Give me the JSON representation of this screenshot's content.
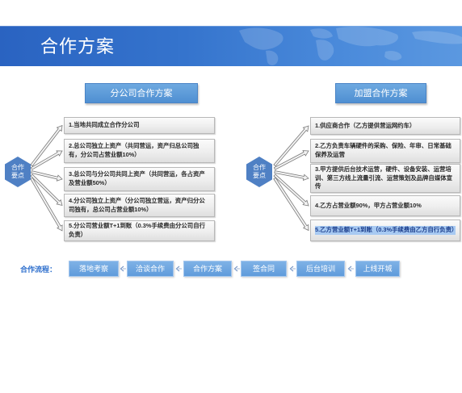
{
  "slide": {
    "title": "合作方案"
  },
  "left_panel": {
    "header": "分公司合作方案",
    "hub_label": "合作要点",
    "items": [
      "1.当地共同成立合作分公司",
      "2.总公司独立上资产（共同营运，资产归总公司独有，分公司占营业额10%）",
      "3.总公司与分公司共同上资产（共同营运，各占资产及营业额50%）",
      "4.分公司独立上资产（分公司独立营运，资产归分公司独有，总公司占营业额10%）",
      "5.分公司营业额T+1到账（0.3%手续费由分公司自行负责）"
    ]
  },
  "right_panel": {
    "header": "加盟合作方案",
    "hub_label": "合作要点",
    "items": [
      "1.供应商合作（乙方提供营运网约车）",
      "2.乙方负责车辆硬件的采购、保险、年审、日常基础保养及运营",
      "3.甲方提供后台技术运营，硬件、设备安装、运营培训、第三方线上流量引流、运营策划及品牌自媒体宣传",
      "4.乙方占营业额90%，甲方占营业额10%",
      "5.乙方营业额T+1到账（0.3%手续费由乙方自行负责）"
    ]
  },
  "flow": {
    "label": "合作流程：",
    "steps": [
      "落地考察",
      "洽谈合作",
      "合作方案",
      "签合同",
      "后台培训",
      "上线开城"
    ]
  },
  "icons": {
    "hub": "hexagon-icon",
    "connector": "block-arrow-icon",
    "flow_connector": "chevron-left-icon",
    "banner_decoration": "world-map-icon"
  },
  "colors": {
    "banner": "#2f6cc6",
    "header_fill": "#5b9bd5",
    "hub_fill": "#4f80c4",
    "flow_label": "#2e6fcd",
    "flow_step_fill": "#6ea6e1",
    "item_border": "#b8b8b8",
    "selection_highlight": "#a8caf2"
  }
}
